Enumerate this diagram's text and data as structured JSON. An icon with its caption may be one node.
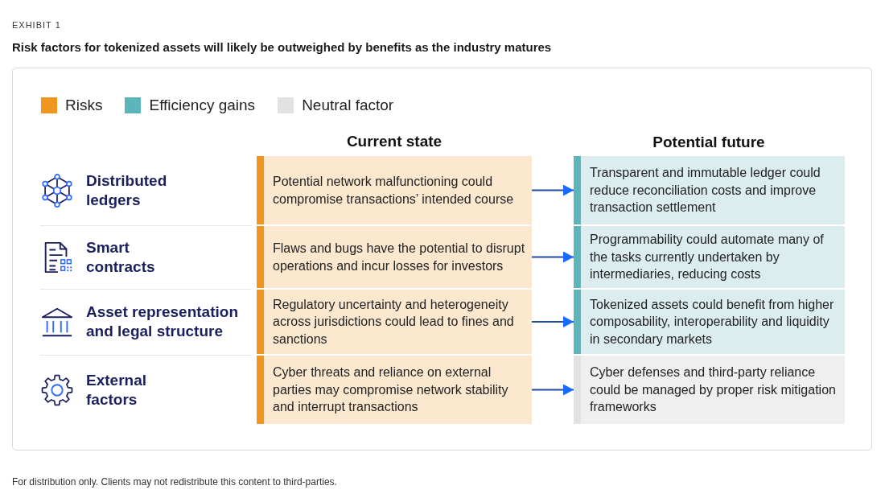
{
  "diagram": {
    "title": "Risk factors for tokenized assets will likely be outweighed by benefits as the industry matures",
    "caption": "For distribution only. Clients may not redistribute this content to third-parties.",
    "nodes": [
      {
        "text": [
          "Potential network malfunctioning could compromise transactions’ intended course"
        ]
      },
      {
        "text": [
          "Transparent and immutable ledger could reduce reconciliation costs and improve transaction settlement"
        ]
      },
      {
        "text": [
          "Flaws and bugs have the potential to disrupt operations and incur losses for investors"
        ]
      },
      {
        "text": [
          "Programmability could automate many of the tasks currently undertaken by intermediaries, reducing costs"
        ]
      },
      {
        "text": [
          "Regulatory uncertainty and heterogeneity across jurisdictions could lead to fines and sanctions"
        ]
      },
      {
        "text": [
          "Tokenized assets could benefit from higher composability, interoperability and liquidity in secondary markets"
        ]
      },
      {
        "text": [
          "Cyber threats and reliance on external parties may compromise network stability and interrupt transactions"
        ]
      },
      {
        "text": [
          "Cyber defenses and third-party reliance could be managed by proper risk mitigation frameworks"
        ]
      }
    ],
    "edges": [
      {
        "from": 0,
        "to": 1,
        "arrow": "to"
      },
      {
        "from": 2,
        "to": 3,
        "arrow": "to"
      },
      {
        "from": 4,
        "to": 5,
        "arrow": "to"
      },
      {
        "from": 6,
        "to": 7,
        "arrow": "to"
      }
    ],
    "labels": [
      "EXHIBIT 1",
      "Current state",
      "Potential future",
      "Distributed ledgers",
      "Smart contracts",
      "Asset representation and legal structure",
      "External factors"
    ],
    "legend": [
      {
        "text": "Risks",
        "color": "#f0961e"
      },
      {
        "text": "Efficiency gains",
        "color": "#5db5bc"
      },
      {
        "text": "Neutral factor",
        "color": "#e2e2e2"
      }
    ]
  }
}
